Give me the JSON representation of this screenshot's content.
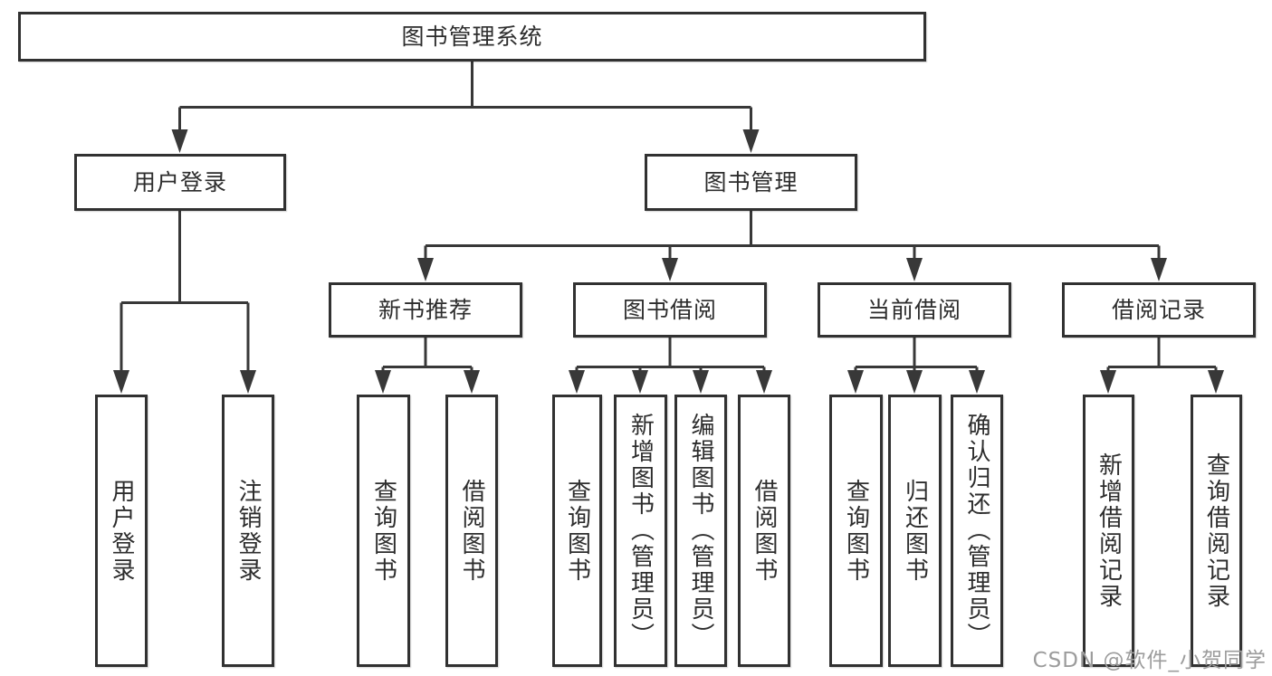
{
  "diagram": {
    "root_label": "图书管理系统",
    "branches": [
      {
        "label": "用户登录",
        "children": [
          "用户登录",
          "注销登录"
        ]
      },
      {
        "label": "图书管理",
        "groups": [
          {
            "label": "新书推荐",
            "children": [
              "查询图书",
              "借阅图书"
            ]
          },
          {
            "label": "图书借阅",
            "children": [
              "查询图书",
              "新增图书（管理员）",
              "编辑图书（管理员）",
              "借阅图书"
            ]
          },
          {
            "label": "当前借阅",
            "children": [
              "查询图书",
              "归还图书",
              "确认归还（管理员）"
            ]
          },
          {
            "label": "借阅记录",
            "children": [
              "新增借阅记录",
              "查询借阅记录"
            ]
          }
        ]
      }
    ]
  },
  "watermark": {
    "text": "CSDN @软件_小贺同学"
  },
  "colors": {
    "line": "#383838",
    "box_border": "#313131",
    "box_fill": "#ffffff",
    "text": "#2d2d2d",
    "watermark": "#9c9c9c",
    "background": "#ffffff"
  }
}
